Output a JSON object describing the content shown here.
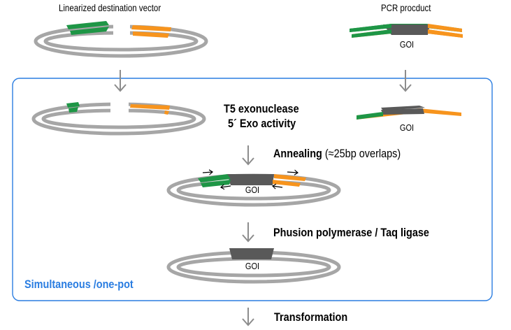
{
  "labels": {
    "vector": "Linearized destination vector",
    "pcr": "PCR procduct",
    "goi": "GOI",
    "t5_line1": "T5 exonuclease",
    "t5_line2": "5´ Exo activity",
    "annealing_bold": "Annealing",
    "annealing_rest": "(≈25bp overlaps)",
    "polymerase": "Phusion polymerase / Taq ligase",
    "one_pot": "Simultaneous /one-pot",
    "transformation": "Transformation"
  },
  "colors": {
    "vector_gray": "#a6a6a6",
    "insert_dark": "#595959",
    "green": "#1e9646",
    "orange": "#f7941d",
    "arrow_gray": "#8c8c8c",
    "box_blue": "#2a7de1"
  }
}
